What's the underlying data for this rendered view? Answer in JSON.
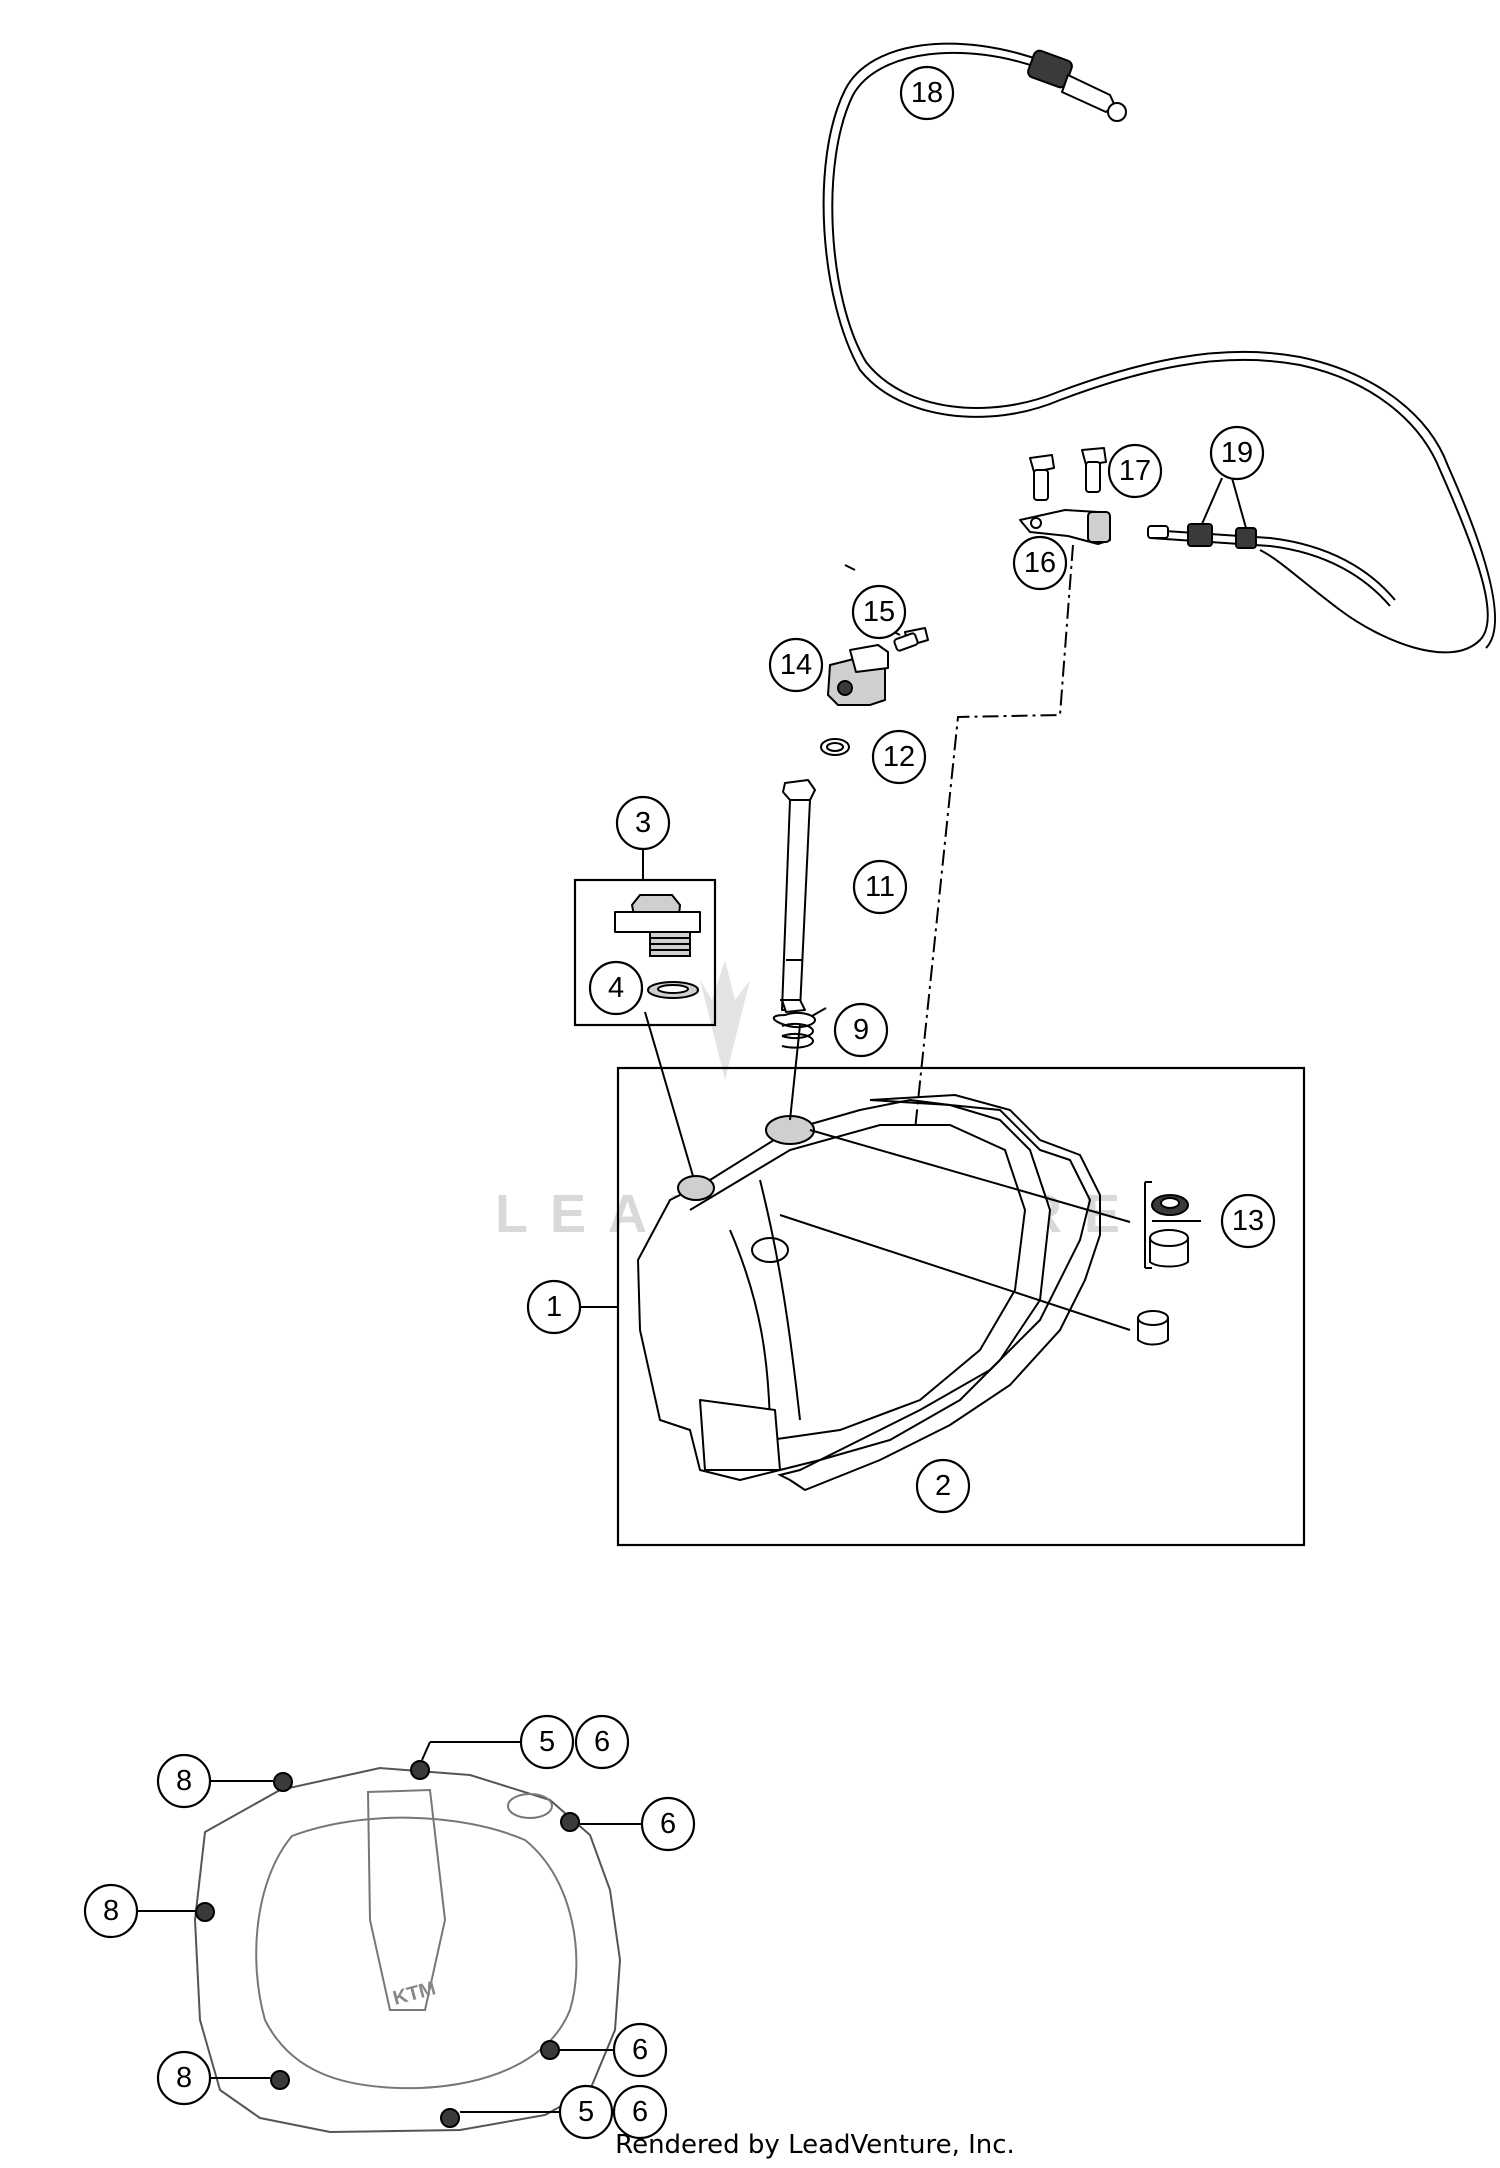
{
  "callouts": [
    {
      "id": "1",
      "label": "1"
    },
    {
      "id": "2",
      "label": "2"
    },
    {
      "id": "3",
      "label": "3"
    },
    {
      "id": "4",
      "label": "4"
    },
    {
      "id": "5a",
      "label": "5"
    },
    {
      "id": "6a",
      "label": "6"
    },
    {
      "id": "6b",
      "label": "6"
    },
    {
      "id": "6c",
      "label": "6"
    },
    {
      "id": "5b",
      "label": "5"
    },
    {
      "id": "6d",
      "label": "6"
    },
    {
      "id": "8a",
      "label": "8"
    },
    {
      "id": "8b",
      "label": "8"
    },
    {
      "id": "8c",
      "label": "8"
    },
    {
      "id": "9",
      "label": "9"
    },
    {
      "id": "11",
      "label": "11"
    },
    {
      "id": "12",
      "label": "12"
    },
    {
      "id": "13",
      "label": "13"
    },
    {
      "id": "14",
      "label": "14"
    },
    {
      "id": "15",
      "label": "15"
    },
    {
      "id": "16",
      "label": "16"
    },
    {
      "id": "17",
      "label": "17"
    },
    {
      "id": "18",
      "label": "18"
    },
    {
      "id": "19",
      "label": "19"
    }
  ],
  "watermark": "LEADVENTURE",
  "cover_logo": "KTM",
  "footer": "Rendered by LeadVenture, Inc."
}
